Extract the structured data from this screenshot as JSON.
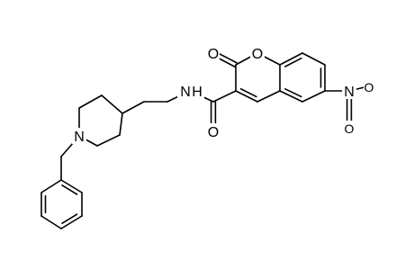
{
  "molecule": {
    "atoms": {
      "ring_oxygen": "O",
      "lactone_carbonyl_oxygen": "O",
      "amide_nitrogen": "N",
      "amide_hydrogen": "H",
      "amide_carbonyl_oxygen": "O",
      "nitro_nitrogen": "N",
      "nitro_oxygen_top": "O",
      "nitro_oxygen_bottom": "O",
      "piperidine_nitrogen": "N"
    }
  }
}
